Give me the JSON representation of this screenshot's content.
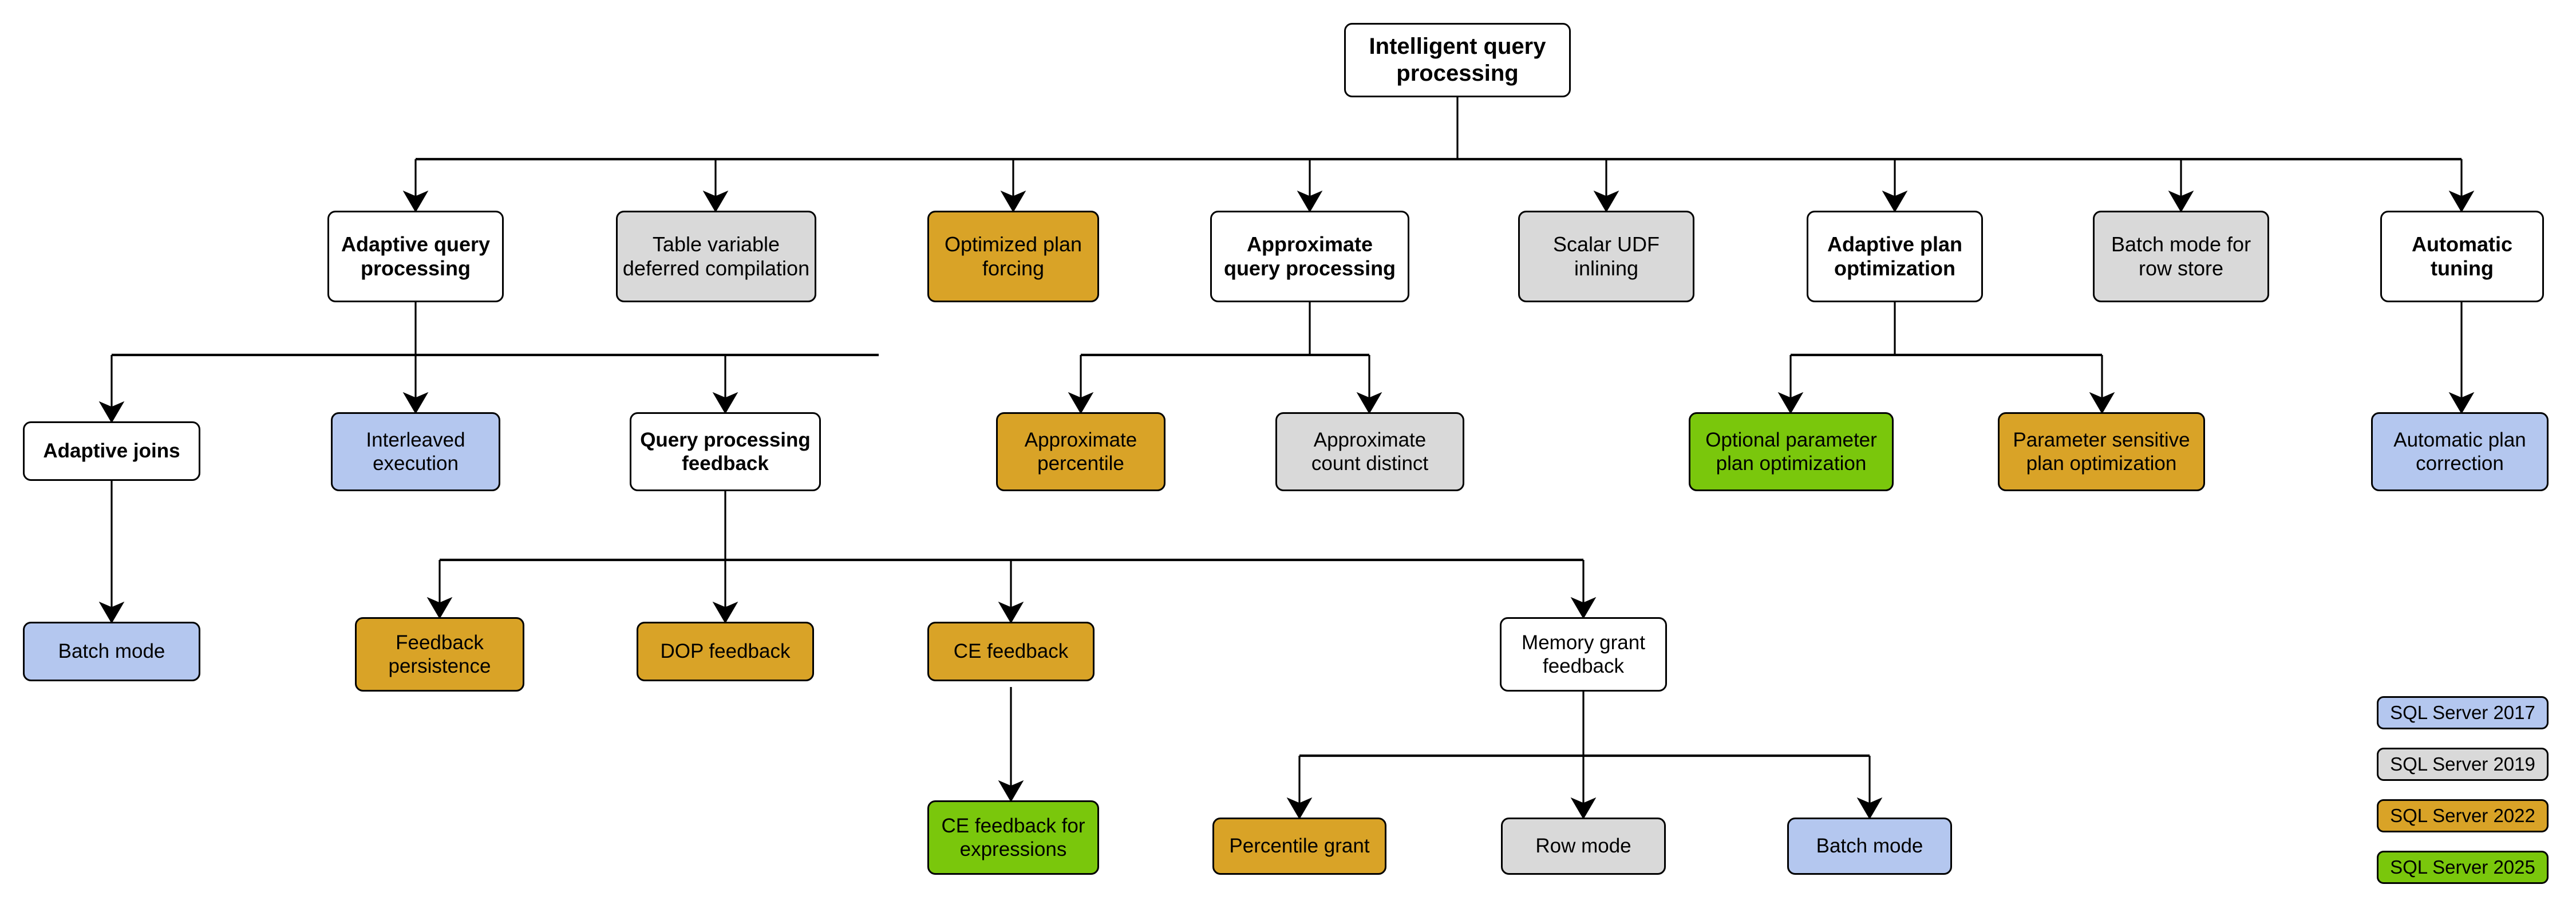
{
  "diagram": {
    "title": "Intelligent query processing",
    "type": "tree",
    "colors": {
      "sql2017": "#b4c7ef",
      "sql2019": "#d9d9d9",
      "sql2022": "#d9a327",
      "sql2025": "#7ac70c",
      "neutral": "#ffffff",
      "stroke": "#000000"
    },
    "nodes": {
      "root": {
        "label": "Intelligent query\nprocessing"
      },
      "adaptive_query_processing": {
        "label": "Adaptive query\nprocessing"
      },
      "table_variable_deferred_compilation": {
        "label": "Table variable\ndeferred compilation"
      },
      "optimized_plan_forcing": {
        "label": "Optimized plan\nforcing"
      },
      "approximate_query_processing": {
        "label": "Approximate\nquery processing"
      },
      "scalar_udf_inlining": {
        "label": "Scalar UDF\ninlining"
      },
      "adaptive_plan_optimization": {
        "label": "Adaptive plan\noptimization"
      },
      "batch_mode_for_row_store": {
        "label": "Batch mode for\nrow store"
      },
      "automatic_tuning": {
        "label": "Automatic\ntuning"
      },
      "adaptive_joins": {
        "label": "Adaptive joins"
      },
      "interleaved_execution": {
        "label": "Interleaved\nexecution"
      },
      "query_processing_feedback": {
        "label": "Query processing\nfeedback"
      },
      "approximate_percentile": {
        "label": "Approximate\npercentile"
      },
      "approximate_count_distinct": {
        "label": "Approximate\ncount distinct"
      },
      "optional_parameter_plan_optimization": {
        "label": "Optional parameter\nplan optimization"
      },
      "parameter_sensitive_plan_optimization": {
        "label": "Parameter sensitive\nplan optimization"
      },
      "automatic_plan_correction": {
        "label": "Automatic plan\ncorrection"
      },
      "batch_mode_adaptive_joins": {
        "label": "Batch mode"
      },
      "feedback_persistence": {
        "label": "Feedback\npersistence"
      },
      "dop_feedback": {
        "label": "DOP feedback"
      },
      "ce_feedback": {
        "label": "CE feedback"
      },
      "memory_grant_feedback": {
        "label": "Memory grant\nfeedback"
      },
      "ce_feedback_for_expressions": {
        "label": "CE feedback for\nexpressions"
      },
      "percentile_grant": {
        "label": "Percentile grant"
      },
      "row_mode": {
        "label": "Row mode"
      },
      "batch_mode_memory_grant": {
        "label": "Batch mode"
      }
    },
    "legend": {
      "items": [
        {
          "label": "SQL Server 2017",
          "color": "#b4c7ef"
        },
        {
          "label": "SQL Server 2019",
          "color": "#d9d9d9"
        },
        {
          "label": "SQL Server 2022",
          "color": "#d9a327"
        },
        {
          "label": "SQL Server 2025",
          "color": "#7ac70c"
        }
      ]
    }
  }
}
